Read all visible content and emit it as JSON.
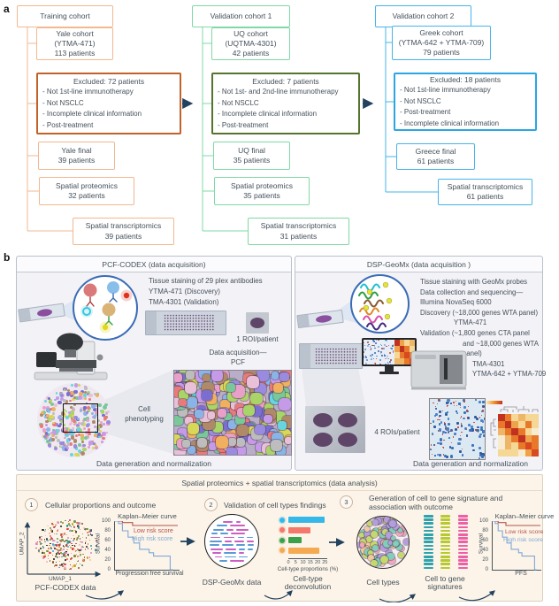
{
  "figure": {
    "panel_a_label": "a",
    "panel_b_label": "b"
  },
  "colors": {
    "arrow": "#23425f",
    "c1_accent": "#f2b88f",
    "c1_excluded": "#c2622b",
    "c2_accent": "#7fd9a6",
    "c2_excluded": "#55742f",
    "c3_accent": "#45b5e8",
    "c3_excluded": "#2aa7e2",
    "km_low": "#b5524e",
    "km_high": "#7fa8d8",
    "dsp_dashes": [
      "#cb5fc4",
      "#5b9bd5"
    ],
    "signatures": [
      "#2fa3ad",
      "#b7c92e",
      "#ee60a5"
    ],
    "mosaic": [
      "#e8a0c8",
      "#a8d468",
      "#67d5e0",
      "#c59ae8",
      "#f0b060",
      "#8ab4e8",
      "#78c89a",
      "#e87a7a",
      "#d8d858",
      "#b08968",
      "#9a8ae0",
      "#e8c0d8",
      "#bdbdbd",
      "#7a6fd0"
    ],
    "umap": [
      "#b5495b",
      "#7b8b2a",
      "#c9a227",
      "#2a9d8f",
      "#e76f51",
      "#8d5524",
      "#222222",
      "#e63946",
      "#59a5d8",
      "#e8b4bc",
      "#6a994e",
      "#f2cc8f",
      "#3d405b",
      "#d882c8"
    ],
    "celltypes": [
      "#f2a7bd",
      "#c5d86d",
      "#b39ddb",
      "#82cdbb",
      "#f0c9a0"
    ]
  },
  "panel_a": {
    "columns": [
      {
        "title": "Training cohort",
        "cohort": [
          "Yale cohort",
          "(YTMA-471)",
          "113 patients"
        ],
        "excluded_title": "Excluded: 72 patients",
        "excluded_items": [
          "- Not 1st-line immunotherapy",
          "- Not NSCLC",
          "- Incomplete clinical information",
          "- Post-treatment"
        ],
        "final": [
          "Yale final",
          "39 patients"
        ],
        "proteomics": [
          "Spatial proteomics",
          "32 patients"
        ],
        "transcriptomics": [
          "Spatial transcriptomics",
          "39 patients"
        ]
      },
      {
        "title": "Validation cohort 1",
        "cohort": [
          "UQ cohort",
          "(UQTMA-4301)",
          "42 patients"
        ],
        "excluded_title": "Excluded: 7 patients",
        "excluded_items": [
          "- Not 1st- and 2nd-line immunotherapy",
          "- Not NSCLC",
          "- Incomplete clinical information",
          "- Post-treatment"
        ],
        "final": [
          "UQ final",
          "35 patients"
        ],
        "proteomics": [
          "Spatial proteomics",
          "35 patients"
        ],
        "transcriptomics": [
          "Spatial transcriptomics",
          "31 patients"
        ]
      },
      {
        "title": "Validation cohort 2",
        "cohort": [
          "Greek cohort",
          "(YTMA-642 + YTMA-709)",
          "79 patients"
        ],
        "excluded_title": "Excluded: 18 patients",
        "excluded_items": [
          "- Not 1st-line immunotherapy",
          "- Not NSCLC",
          "- Post-treatment",
          "- Incomplete clinical information"
        ],
        "final": [
          "Greece final",
          "61 patients"
        ],
        "transcriptomics": [
          "Spatial transcriptomics",
          "61 patients"
        ]
      }
    ]
  },
  "panel_b": {
    "left": {
      "header": "PCF-CODEX (data acquisition)",
      "staining_lines": [
        "Tissue staining of 29 plex antibodies",
        "YTMA-471 (Discovery)",
        "TMA-4301 (Validation)"
      ],
      "roi_label": "1 ROI/patient",
      "acquisition": [
        "Data acquisition—",
        "PCF"
      ],
      "phenotyping": [
        "Cell",
        "phenotyping"
      ],
      "footer": "Data generation and normalization"
    },
    "right": {
      "header": "DSP-GeoMx (data acquisition )",
      "info_lines": [
        "Tissue staining with GeoMx probes",
        "Data collection and sequencing—",
        "Illumina NovaSeq 6000",
        "Discovery (~18,000 genes WTA panel)",
        "YTMA-471",
        "Validation (~1,800 genes CTA panel",
        "and ~18,000 genes WTA",
        "panel)",
        "TMA-4301",
        "YTMA-642 + YTMA-709"
      ],
      "roi_label": "4 ROIs/patient",
      "footer": "Data generation and normalization"
    }
  },
  "panel_c": {
    "header": "Spatial proteomics + spatial transcriptomics (data analysis)",
    "steps": [
      {
        "num": "1",
        "title": "Cellular proportions and outcome"
      },
      {
        "num": "2",
        "title": "Validation of cell types findings"
      },
      {
        "num": "3",
        "title": [
          "Generation of cell to gene signature and",
          "association with outcome"
        ]
      }
    ],
    "umap": {
      "xlabel": "UMAP_1",
      "ylabel": "UMAP_2",
      "caption": "PCF-CODEX data"
    },
    "km": {
      "title": "Kaplan–Meier curve",
      "ylabel": "Survival",
      "yticks": [
        "100",
        "80",
        "60",
        "40",
        "20",
        "0"
      ],
      "low_label": "Low risk score",
      "high_label": "High risk score"
    },
    "km1_xlabel": "Progression free survival",
    "km2_xlabel": "PFS",
    "km_curves": {
      "low": [
        [
          0,
          100
        ],
        [
          13,
          100
        ],
        [
          13,
          97
        ],
        [
          29,
          97
        ],
        [
          29,
          91
        ],
        [
          100,
          91
        ]
      ],
      "high": [
        [
          0,
          100
        ],
        [
          7,
          100
        ],
        [
          7,
          95
        ],
        [
          13,
          95
        ],
        [
          13,
          80
        ],
        [
          22,
          80
        ],
        [
          22,
          67
        ],
        [
          31,
          67
        ],
        [
          31,
          55
        ],
        [
          40,
          55
        ],
        [
          40,
          42
        ],
        [
          55,
          42
        ],
        [
          55,
          35
        ],
        [
          62,
          35
        ],
        [
          62,
          28
        ],
        [
          88,
          28
        ],
        [
          88,
          0
        ],
        [
          92,
          0
        ]
      ]
    },
    "deconv": {
      "caption": "DSP-GeoMx data",
      "ticks": [
        "0",
        "5",
        "10",
        "15",
        "20",
        "25"
      ],
      "tick_values": [
        0,
        5,
        10,
        15,
        20,
        25
      ],
      "values": [
        25,
        15,
        9,
        21
      ],
      "bar_colors": [
        "#35b8e8",
        "#f4796b",
        "#3ca04a",
        "#f5a951"
      ],
      "xmax": 26,
      "xlabel": "Cell-type proportions (%)",
      "caption2": [
        "Cell-type",
        "deconvolution"
      ]
    },
    "celltypes_caption": "Cell types",
    "signatures_caption": [
      "Cell to gene",
      "signatures"
    ]
  }
}
